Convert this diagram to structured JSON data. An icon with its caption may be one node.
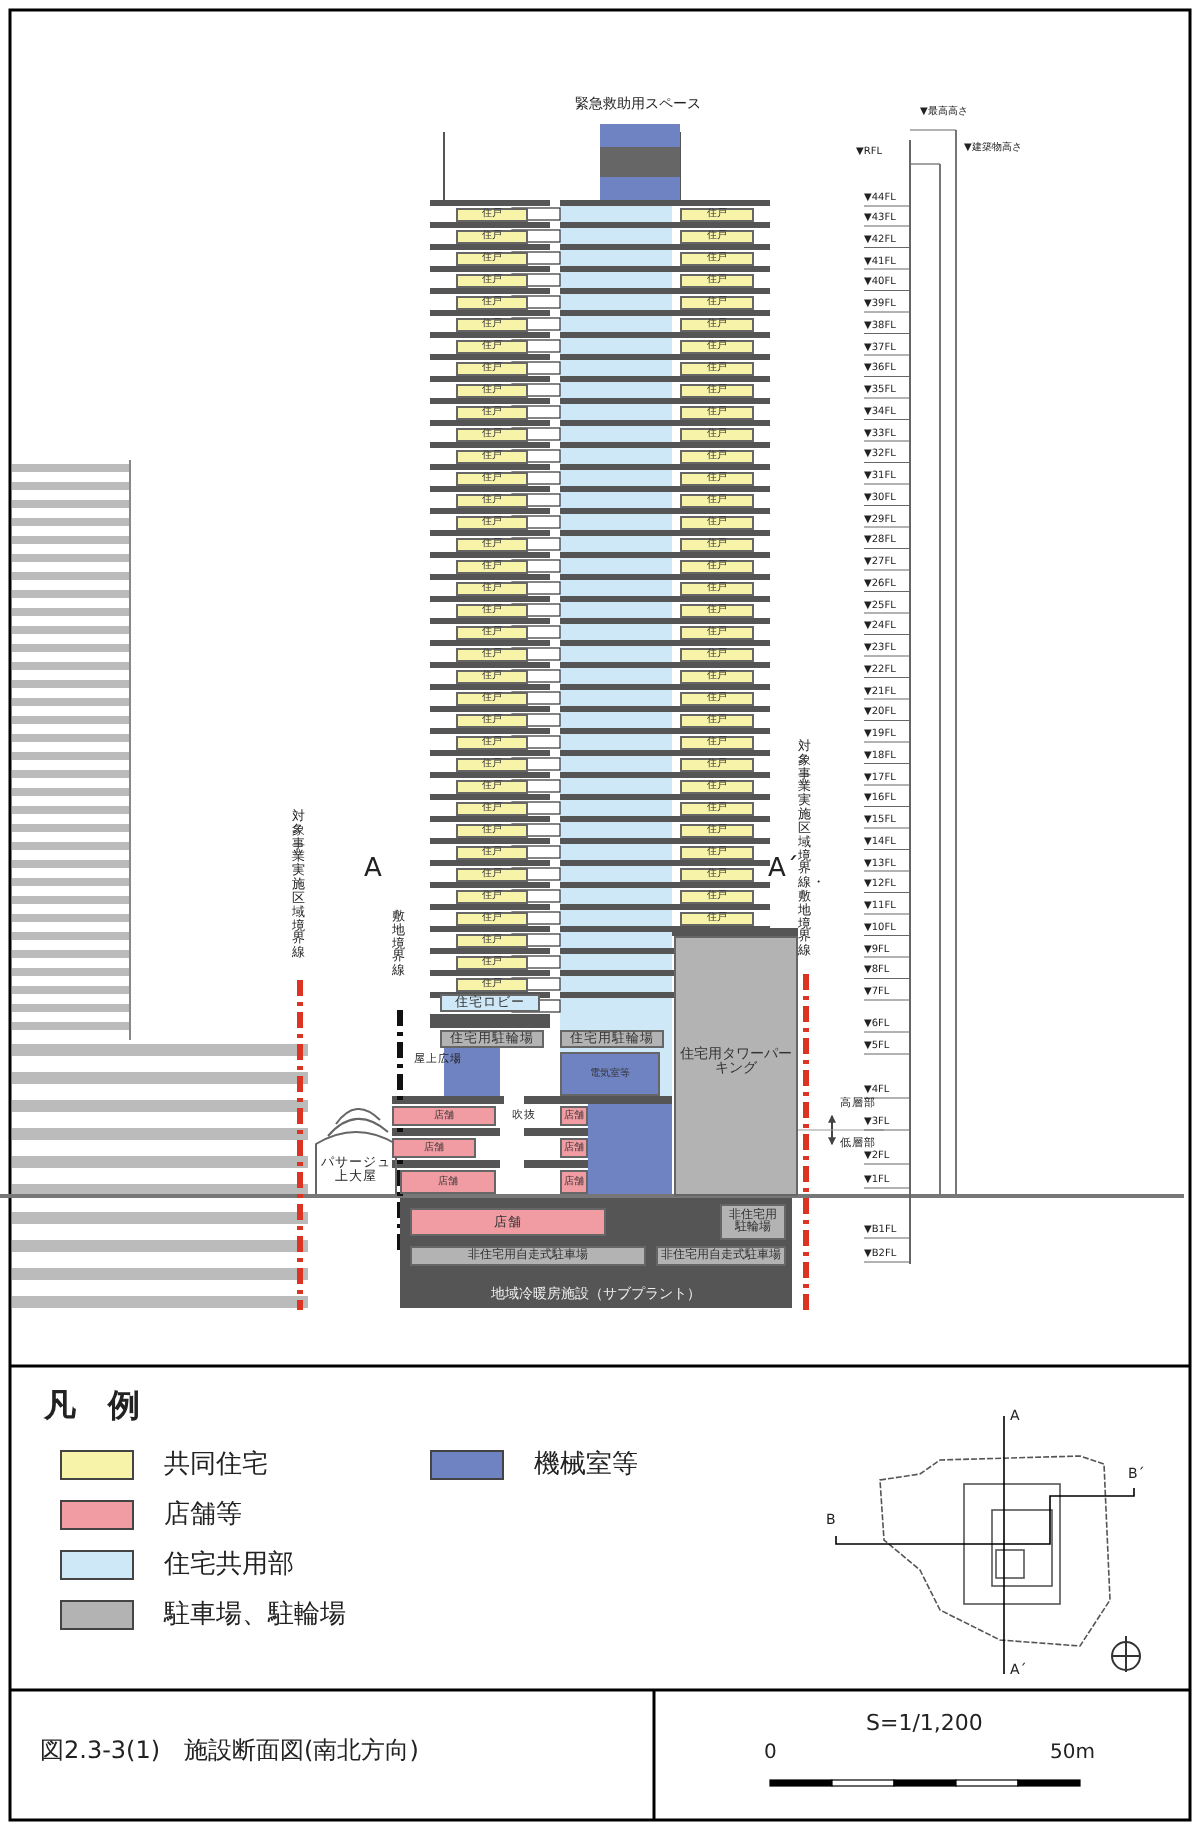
{
  "diagram": {
    "caption": "図2.3-3(1)　施設断面図(南北方向)",
    "nodes": [
      {
        "text": [
          "緊急救助用スペース"
        ]
      },
      {
        "text": [
          "住戸"
        ]
      },
      {
        "text": [
          "住戸"
        ]
      },
      {
        "text": [
          "住戸"
        ]
      },
      {
        "text": [
          "住戸"
        ]
      },
      {
        "text": [
          "住戸"
        ]
      },
      {
        "text": [
          "住戸"
        ]
      },
      {
        "text": [
          "住戸"
        ]
      },
      {
        "text": [
          "住戸"
        ]
      },
      {
        "text": [
          "住戸"
        ]
      },
      {
        "text": [
          "住戸"
        ]
      },
      {
        "text": [
          "住戸"
        ]
      },
      {
        "text": [
          "住戸"
        ]
      },
      {
        "text": [
          "住戸"
        ]
      },
      {
        "text": [
          "住戸"
        ]
      },
      {
        "text": [
          "住戸"
        ]
      },
      {
        "text": [
          "住戸"
        ]
      },
      {
        "text": [
          "住戸"
        ]
      },
      {
        "text": [
          "住戸"
        ]
      },
      {
        "text": [
          "住戸"
        ]
      },
      {
        "text": [
          "住戸"
        ]
      },
      {
        "text": [
          "住戸"
        ]
      },
      {
        "text": [
          "住戸"
        ]
      },
      {
        "text": [
          "住戸"
        ]
      },
      {
        "text": [
          "住戸"
        ]
      },
      {
        "text": [
          "住戸"
        ]
      },
      {
        "text": [
          "住戸"
        ]
      },
      {
        "text": [
          "住戸"
        ]
      },
      {
        "text": [
          "住戸"
        ]
      },
      {
        "text": [
          "住戸"
        ]
      },
      {
        "text": [
          "住戸"
        ]
      },
      {
        "text": [
          "住戸"
        ]
      },
      {
        "text": [
          "住戸"
        ]
      },
      {
        "text": [
          "住戸"
        ]
      },
      {
        "text": [
          "住戸"
        ]
      },
      {
        "text": [
          "住戸"
        ]
      },
      {
        "text": [
          "住戸"
        ]
      },
      {
        "text": [
          "住戸"
        ]
      },
      {
        "text": [
          "住戸"
        ]
      },
      {
        "text": [
          "住戸"
        ]
      },
      {
        "text": [
          "住戸"
        ]
      },
      {
        "text": [
          "住戸"
        ]
      },
      {
        "text": [
          "住戸"
        ]
      },
      {
        "text": [
          "住戸"
        ]
      },
      {
        "text": [
          "住戸"
        ]
      },
      {
        "text": [
          "住戸"
        ]
      },
      {
        "text": [
          "住戸"
        ]
      },
      {
        "text": [
          "住戸"
        ]
      },
      {
        "text": [
          "住戸"
        ]
      },
      {
        "text": [
          "住戸"
        ]
      },
      {
        "text": [
          "住戸"
        ]
      },
      {
        "text": [
          "住戸"
        ]
      },
      {
        "text": [
          "住戸"
        ]
      },
      {
        "text": [
          "住戸"
        ]
      },
      {
        "text": [
          "住戸"
        ]
      },
      {
        "text": [
          "住戸"
        ]
      },
      {
        "text": [
          "住戸"
        ]
      },
      {
        "text": [
          "住戸"
        ]
      },
      {
        "text": [
          "住戸"
        ]
      },
      {
        "text": [
          "住戸"
        ]
      },
      {
        "text": [
          "住戸"
        ]
      },
      {
        "text": [
          "住戸"
        ]
      },
      {
        "text": [
          "住戸"
        ]
      },
      {
        "text": [
          "住戸"
        ]
      },
      {
        "text": [
          "住戸"
        ]
      },
      {
        "text": [
          "住戸"
        ]
      },
      {
        "text": [
          "住戸"
        ]
      },
      {
        "text": [
          "住戸"
        ]
      },
      {
        "text": [
          "住戸"
        ]
      },
      {
        "text": [
          "住戸"
        ]
      },
      {
        "text": [
          "住宅ロビー"
        ]
      },
      {
        "text": [
          "住宅用駐輪場"
        ]
      },
      {
        "text": [
          "住宅用駐輪場"
        ]
      },
      {
        "text": [
          "住宅用タワーパーキング"
        ]
      },
      {
        "text": [
          "電気室等"
        ]
      },
      {
        "text": [
          "店舗"
        ]
      },
      {
        "text": [
          "店舗"
        ]
      },
      {
        "text": [
          "店舗"
        ]
      },
      {
        "text": [
          "店舗"
        ]
      },
      {
        "text": [
          "店舗"
        ]
      },
      {
        "text": [
          "店舗"
        ]
      },
      {
        "text": [
          "地域冷暖房施設（サブプラント）"
        ]
      },
      {
        "text": [
          "店舗"
        ],
        "in": 81
      },
      {
        "text": [
          "非住宅用駐輪場"
        ],
        "in": 81
      },
      {
        "text": [
          "非住宅用自走式駐車場"
        ],
        "in": 81
      },
      {
        "text": [
          "非住宅用自走式駐車場"
        ],
        "in": 81
      }
    ],
    "labels": [
      "▼最高高さ",
      "▼RFL",
      "▼建築物高さ",
      "▼44FL",
      "▼43FL",
      "▼42FL",
      "▼41FL",
      "▼40FL",
      "▼39FL",
      "▼38FL",
      "▼37FL",
      "▼36FL",
      "▼35FL",
      "▼34FL",
      "▼33FL",
      "▼32FL",
      "▼31FL",
      "▼30FL",
      "▼29FL",
      "▼28FL",
      "▼27FL",
      "▼26FL",
      "▼25FL",
      "▼24FL",
      "▼23FL",
      "▼22FL",
      "▼21FL",
      "▼20FL",
      "▼19FL",
      "▼18FL",
      "▼17FL",
      "▼16FL",
      "▼15FL",
      "▼14FL",
      "▼13FL",
      "▼12FL",
      "▼11FL",
      "▼10FL",
      "▼9FL",
      "▼8FL",
      "▼7FL",
      "▼6FL",
      "▼5FL",
      "▼4FL",
      "▼3FL",
      "▼2FL",
      "▼1FL",
      "▼B1FL",
      "▼B2FL",
      "A",
      "A´",
      "対象事業実施区域境界線",
      "敷地境界線",
      "対象事業実施区域境界線・敷地境界線",
      "屋上広場",
      "吹抜",
      "高層部",
      "低層部",
      "パサージュ上大屋",
      "凡　例",
      "A",
      "B´",
      "B",
      "A´",
      "S=1/1,200",
      "0",
      "50m"
    ],
    "legend": [
      {
        "text": "共同住宅",
        "color": "#f7f3a8"
      },
      {
        "text": "店舗等",
        "color": "#f19ca3"
      },
      {
        "text": "住宅共用部",
        "color": "#cfe8f7"
      },
      {
        "text": "駐車場、駐輪場",
        "color": "#b3b3b3"
      },
      {
        "text": "機械室等",
        "color": "#6f83c2"
      }
    ]
  }
}
